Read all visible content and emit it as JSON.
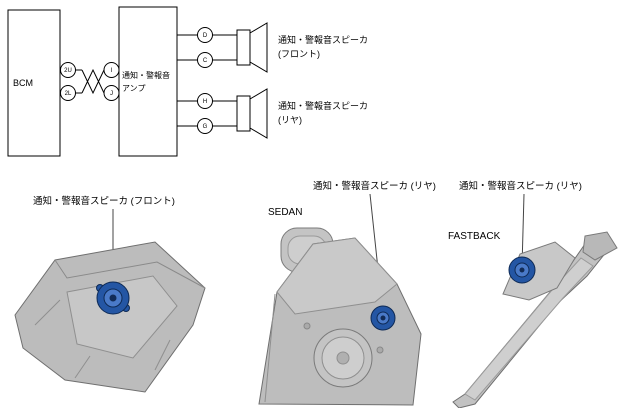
{
  "diagram": {
    "bcm_label": "BCM",
    "amp_label_line1": "通知・警報音",
    "amp_label_line2": "アンプ",
    "pins": {
      "bcm_upper": "2U",
      "bcm_lower": "2L",
      "amp_in_upper": "I",
      "amp_in_lower": "J",
      "front_out_upper": "D",
      "front_out_lower": "C",
      "rear_out_upper": "H",
      "rear_out_lower": "G"
    },
    "front_speaker_label_line1": "通知・警報音スピーカ",
    "front_speaker_label_line2": "(フロント)",
    "rear_speaker_label_line1": "通知・警報音スピーカ",
    "rear_speaker_label_line2": "(リヤ)"
  },
  "locations": {
    "front_callout": "通知・警報音スピーカ (フロント)",
    "sedan_callout": "通知・警報音スピーカ (リヤ)",
    "fastback_callout": "通知・警報音スピーカ (リヤ)",
    "sedan_title": "SEDAN",
    "fastback_title": "FASTBACK"
  },
  "colors": {
    "line": "#000000",
    "part_grey": "#bdbdbd",
    "speaker_blue": "#2456a4"
  }
}
